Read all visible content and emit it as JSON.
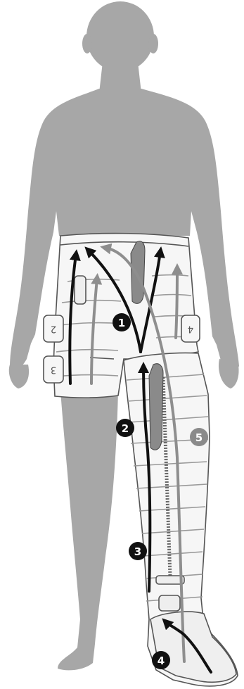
{
  "colors": {
    "body": "#a7a7a7",
    "garment_fill": "#f6f6f6",
    "garment_stroke": "#555555",
    "arrow_dark": "#111111",
    "arrow_gray": "#8e8e8e",
    "hose": "#8a8a8a"
  },
  "steps": [
    {
      "label": "1",
      "tone": "dark"
    },
    {
      "label": "2",
      "tone": "dark"
    },
    {
      "label": "3",
      "tone": "dark"
    },
    {
      "label": "4",
      "tone": "dark"
    },
    {
      "label": "5",
      "tone": "gray"
    }
  ],
  "panel_labels": {
    "left_upper": "2",
    "left_lower": "3",
    "right_upper": "4"
  }
}
